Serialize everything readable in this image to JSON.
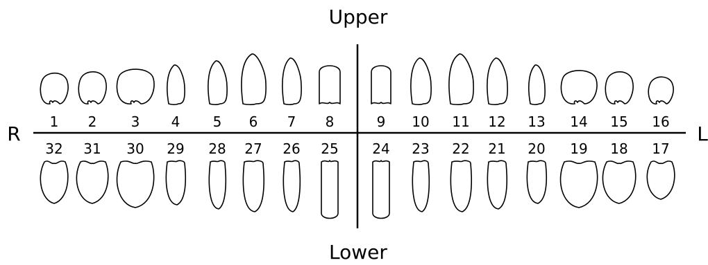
{
  "labels": {
    "upper": "Upper",
    "lower": "Lower",
    "right": "R",
    "left": "L"
  },
  "upper_teeth": [
    {
      "number": "1",
      "type": "molar"
    },
    {
      "number": "2",
      "type": "molar"
    },
    {
      "number": "3",
      "type": "molar"
    },
    {
      "number": "4",
      "type": "premolar"
    },
    {
      "number": "5",
      "type": "premolar"
    },
    {
      "number": "6",
      "type": "canine"
    },
    {
      "number": "7",
      "type": "incisor"
    },
    {
      "number": "8",
      "type": "incisor"
    },
    {
      "number": "9",
      "type": "incisor"
    },
    {
      "number": "10",
      "type": "incisor"
    },
    {
      "number": "11",
      "type": "canine"
    },
    {
      "number": "12",
      "type": "premolar"
    },
    {
      "number": "13",
      "type": "premolar"
    },
    {
      "number": "14",
      "type": "molar"
    },
    {
      "number": "15",
      "type": "molar"
    },
    {
      "number": "16",
      "type": "molar"
    }
  ],
  "lower_teeth": [
    {
      "number": "32",
      "type": "molar"
    },
    {
      "number": "31",
      "type": "molar"
    },
    {
      "number": "30",
      "type": "molar"
    },
    {
      "number": "29",
      "type": "premolar"
    },
    {
      "number": "28",
      "type": "premolar"
    },
    {
      "number": "27",
      "type": "canine"
    },
    {
      "number": "26",
      "type": "incisor"
    },
    {
      "number": "25",
      "type": "incisor"
    },
    {
      "number": "24",
      "type": "incisor"
    },
    {
      "number": "23",
      "type": "incisor"
    },
    {
      "number": "22",
      "type": "canine"
    },
    {
      "number": "21",
      "type": "premolar"
    },
    {
      "number": "20",
      "type": "premolar"
    },
    {
      "number": "19",
      "type": "molar"
    },
    {
      "number": "18",
      "type": "molar"
    },
    {
      "number": "17",
      "type": "molar"
    }
  ],
  "colors": {
    "ink": "#000000",
    "background": "#ffffff"
  }
}
